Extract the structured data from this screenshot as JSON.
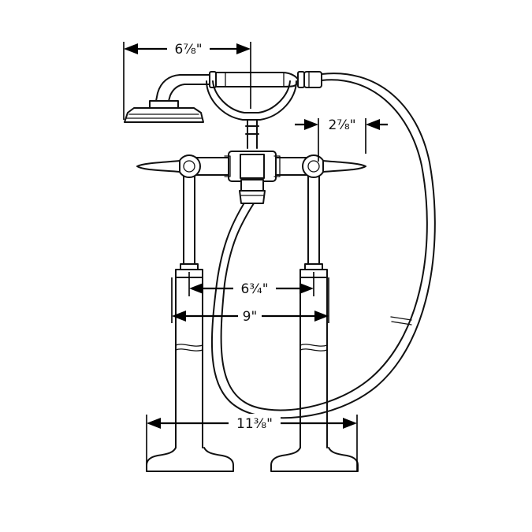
{
  "dimensions": {
    "handshower_width": "6⅞\"",
    "spout_offset": "2⅞\"",
    "inner_leg_spacing": "6¾\"",
    "leg_spacing": "9\"",
    "overall_width": "11⅜\""
  },
  "colors": {
    "line": "#111111",
    "background": "#ffffff"
  }
}
